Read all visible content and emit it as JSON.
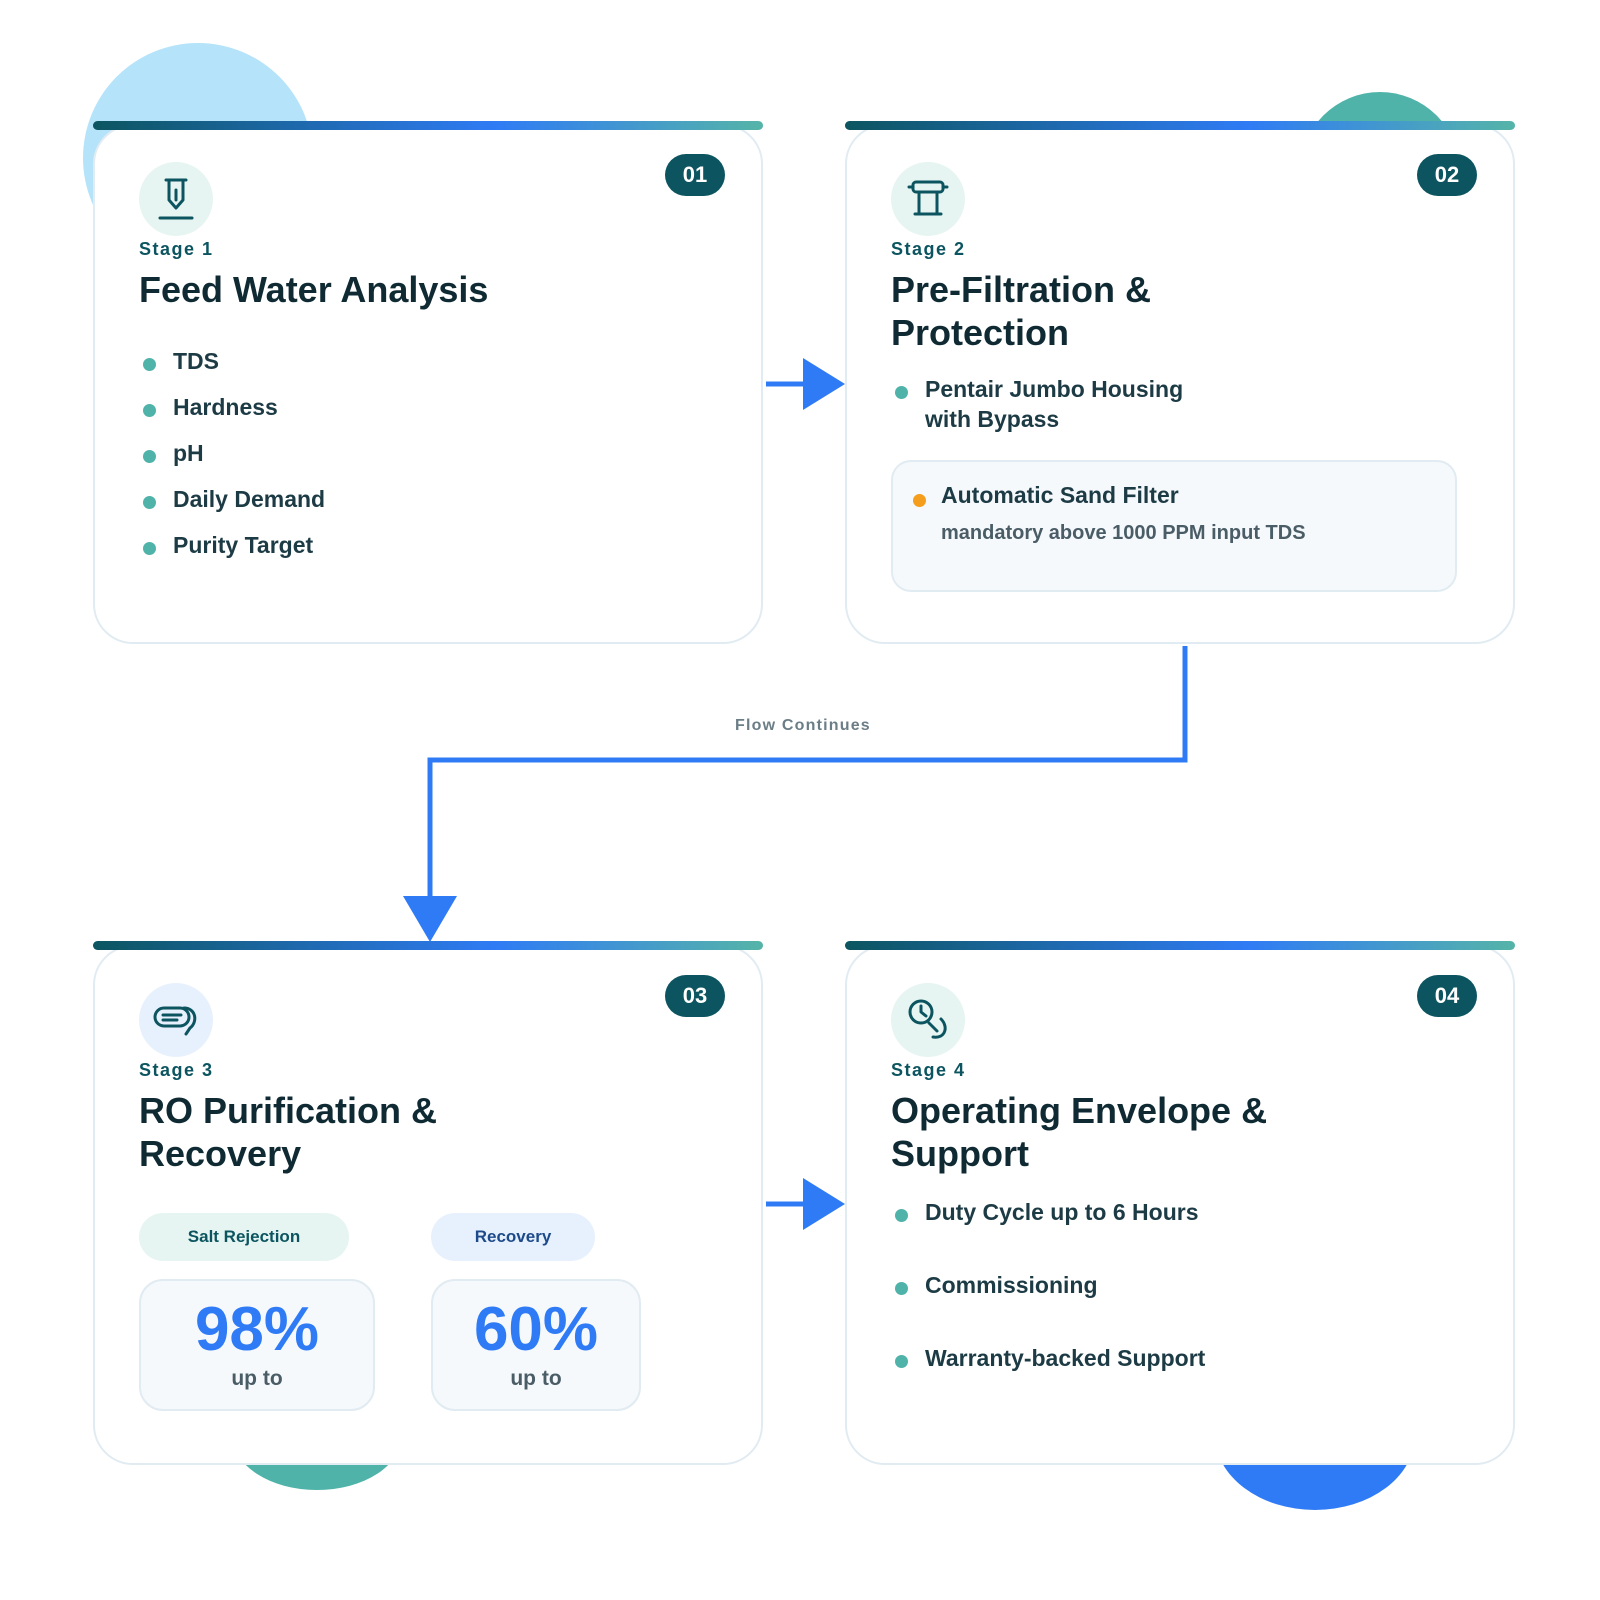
{
  "colors": {
    "primary_dark": "#0c5560",
    "accent_blue": "#2f7bf5",
    "teal": "#4fb3a9",
    "orange_dot": "#f59d1d",
    "light_blue_blob": "#b5e3fa"
  },
  "flow": {
    "label": "Flow Continues"
  },
  "stages": [
    {
      "number": "01",
      "label": "Stage 1",
      "title": "Feed Water Analysis",
      "icon": "probe-icon",
      "items": [
        "TDS",
        "Hardness",
        "pH",
        "Daily Demand",
        "Purity Target"
      ]
    },
    {
      "number": "02",
      "label": "Stage 2",
      "title": "Pre-Filtration & Protection",
      "icon": "filter-housing-icon",
      "items": [
        "Pentair Jumbo Housing with Bypass"
      ],
      "note": {
        "title": "Automatic Sand Filter",
        "subtitle": "mandatory above 1000 PPM input TDS"
      }
    },
    {
      "number": "03",
      "label": "Stage 3",
      "title": "RO Purification & Recovery",
      "icon": "membrane-icon",
      "stats": [
        {
          "label": "Salt Rejection",
          "value": "98%",
          "qualifier": "up to"
        },
        {
          "label": "Recovery",
          "value": "60%",
          "qualifier": "up to"
        }
      ]
    },
    {
      "number": "04",
      "label": "Stage 4",
      "title": "Operating Envelope & Support",
      "icon": "service-clock-icon",
      "items": [
        "Duty Cycle up to 6 Hours",
        "Commissioning",
        "Warranty-backed Support"
      ]
    }
  ]
}
